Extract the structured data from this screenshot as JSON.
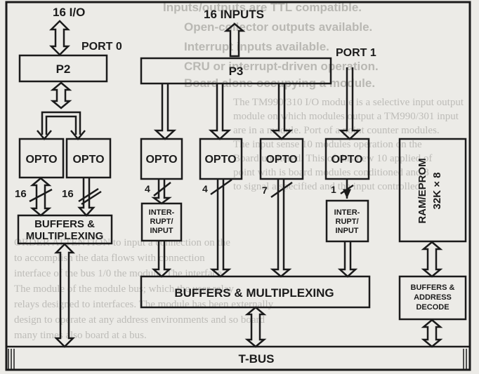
{
  "diagram": {
    "title_io": "16 I/O",
    "title_inputs": "16 INPUTS",
    "port0": "PORT 0",
    "port1": "PORT 1",
    "p2": "P2",
    "p3": "P3",
    "opto": "OPTO",
    "bus_16a": "16",
    "bus_16b": "16",
    "bus_4a": "4",
    "bus_4b": "4",
    "bus_7": "7",
    "bus_1": "1",
    "buffers_mux_left": [
      "BUFFERS &",
      "MULTIPLEXING"
    ],
    "interrupt_input": [
      "INTER-",
      "RUPT/",
      "INPUT"
    ],
    "buffers_mux_main": "BUFFERS & MULTIPLEXING",
    "ram": [
      "RAM/EPROM",
      "32K × 8"
    ],
    "addr_decode": [
      "BUFFERS &",
      "ADDRESS",
      "DECODE"
    ],
    "tbus": "T-BUS"
  },
  "colors": {
    "ink": "#1b1b1b",
    "paper": "#ecebe7",
    "ghost": "#bdbcb8"
  }
}
